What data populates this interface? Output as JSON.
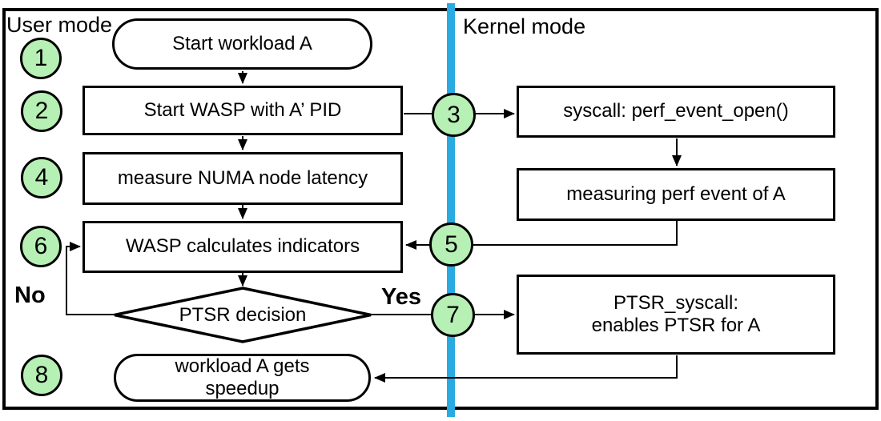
{
  "regions": {
    "user_mode": "User mode",
    "kernel_mode": "Kernel mode"
  },
  "branch_labels": {
    "no": "No",
    "yes": "Yes"
  },
  "steps": [
    "1",
    "2",
    "3",
    "4",
    "5",
    "6",
    "7",
    "8"
  ],
  "nodes": {
    "start": "Start workload A",
    "start_wasp": "Start WASP with A’ PID",
    "syscall_open": "syscall: perf_event_open()",
    "measure_numa": "measure NUMA node latency",
    "measuring_perf": "measuring perf event of A",
    "wasp_indicators": "WASP calculates indicators",
    "ptsr_decision": "PTSR decision",
    "ptsr_syscall": "PTSR_syscall:\nenables PTSR for A",
    "speedup": "workload A gets\nspeedup"
  },
  "colors": {
    "divider_blue": "#29abe2",
    "step_circle_green": "#b7f0b4",
    "line_black": "#000000",
    "node_fill": "#ffffff"
  }
}
